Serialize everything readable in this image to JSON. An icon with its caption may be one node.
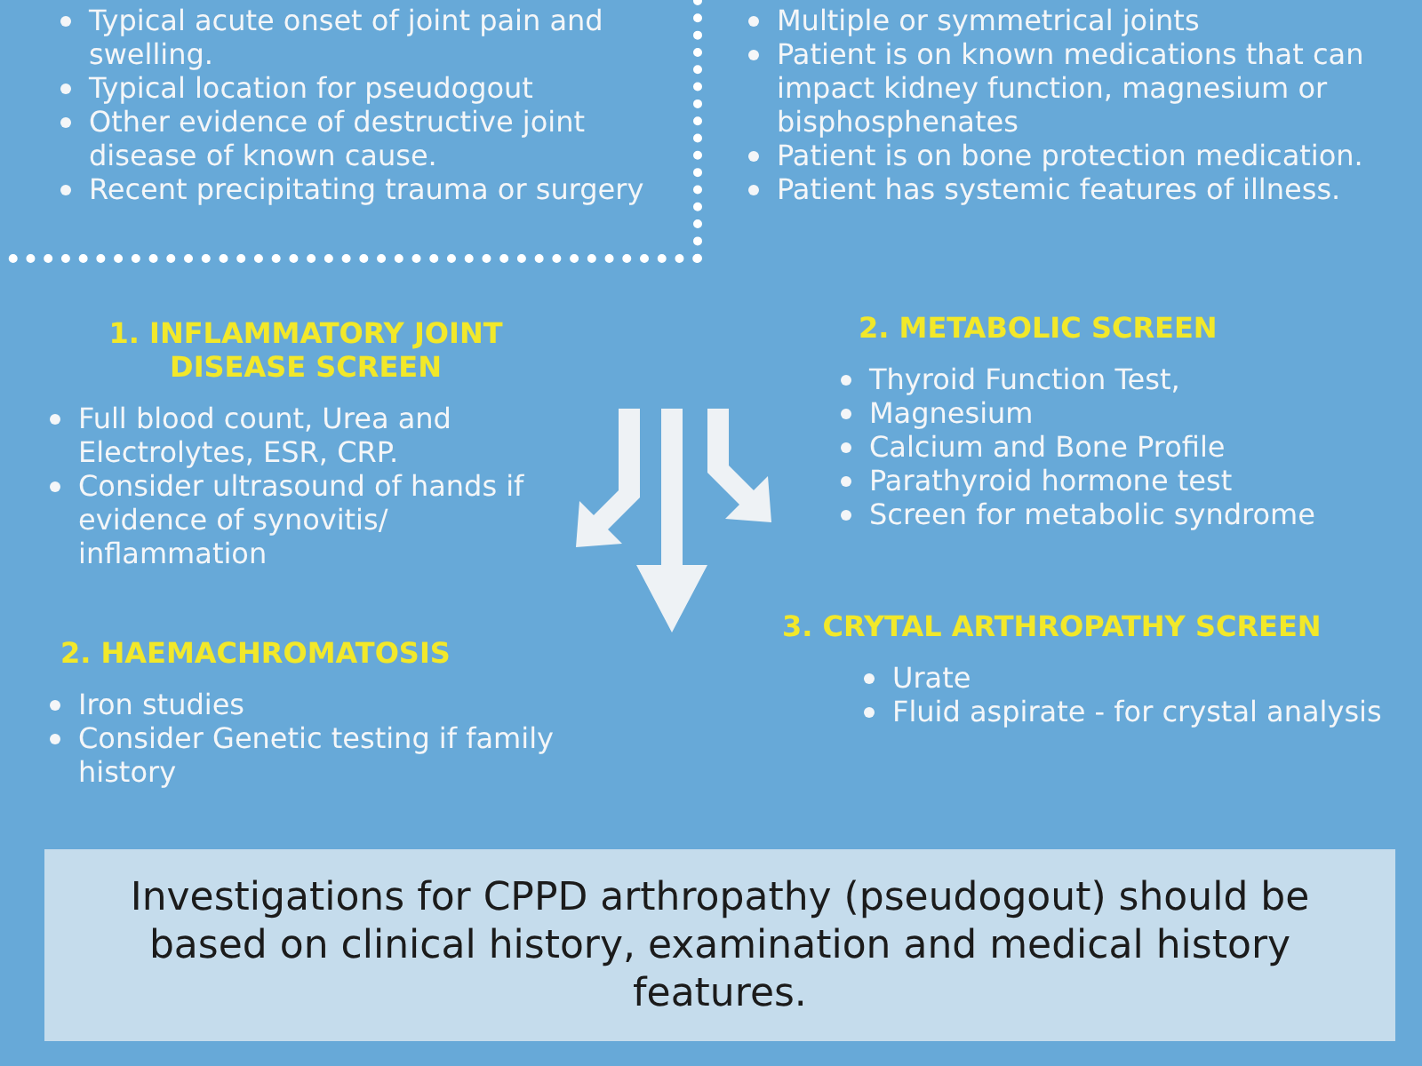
{
  "diagram": {
    "nodes": [
      {
        "text": [
          "Typical acute onset of joint pain and swelling.",
          "Typical location for pseudogout",
          "Other evidence of destructive joint disease of known cause.",
          "Recent precipitating trauma or surgery"
        ]
      },
      {
        "text": [
          "Multiple or symmetrical joints",
          "Patient is on known medications that can impact kidney function, magnesium or bisphosphenates",
          "Patient is on bone protection medication.",
          "Patient has systemic features of illness."
        ]
      },
      {
        "text": [
          "1. INFLAMMATORY JOINT DISEASE SCREEN",
          "Full blood count, Urea and Electrolytes, ESR, CRP.",
          "Consider ultrasound of hands if evidence of synovitis/ inflammation"
        ]
      },
      {
        "text": [
          "2.  HAEMACHROMATOSIS",
          "Iron studies",
          "Consider Genetic testing if family history"
        ]
      },
      {
        "text": [
          "2. METABOLIC SCREEN",
          "Thyroid Function Test,",
          "Magnesium",
          "Calcium and Bone Profile",
          "Parathyroid hormone test",
          "Screen for metabolic syndrome"
        ]
      },
      {
        "text": [
          "3. CRYTAL ARTHROPATHY SCREEN",
          "Urate",
          "Fluid aspirate - for crystal analysis"
        ]
      },
      {
        "text": [
          "Investigations for CPPD arthropathy (pseudogout) should be based on clinical history, examination and medical history features."
        ]
      }
    ]
  }
}
